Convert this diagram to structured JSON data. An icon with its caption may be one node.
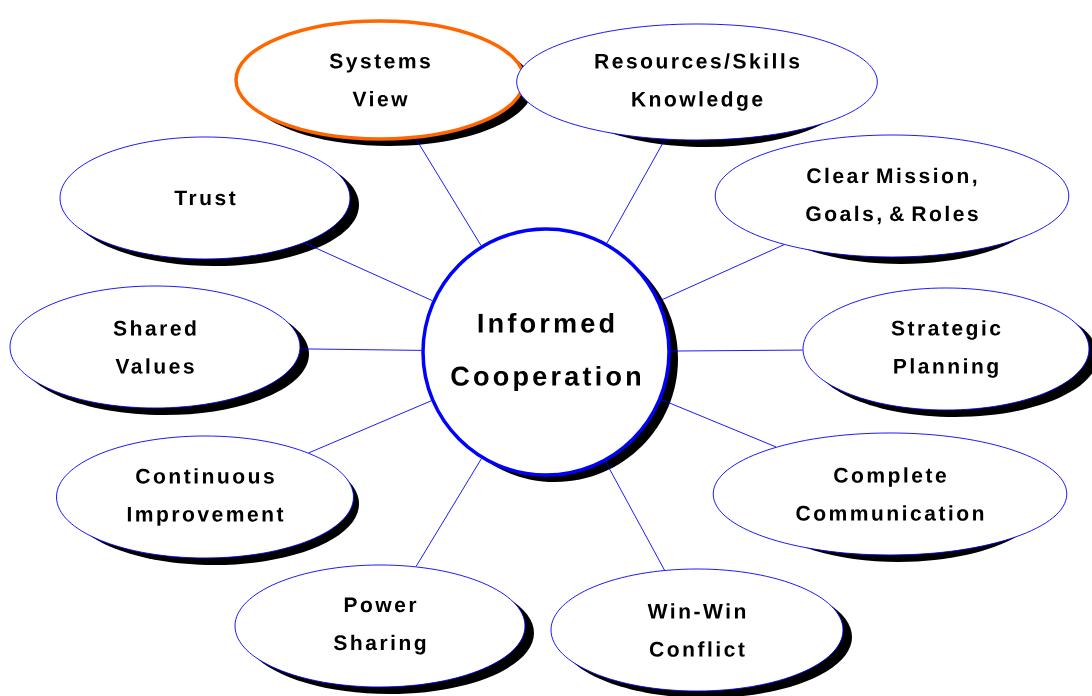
{
  "diagram": {
    "nodes": [
      {
        "text": [
          "Informed Cooperation"
        ]
      },
      {
        "text": [
          "Systems View"
        ]
      },
      {
        "text": [
          "Resources/Skills Knowledge"
        ]
      },
      {
        "text": [
          "Trust"
        ]
      },
      {
        "text": [
          "Clear Mission, Goals, & Roles"
        ]
      },
      {
        "text": [
          "Shared Values"
        ]
      },
      {
        "text": [
          "Strategic Planning"
        ]
      },
      {
        "text": [
          "Continuous Improvement"
        ]
      },
      {
        "text": [
          "Complete Communication"
        ]
      },
      {
        "text": [
          "Power Sharing"
        ]
      },
      {
        "text": [
          "Win-Win Conflict"
        ]
      }
    ],
    "edges": [
      {
        "from": 0,
        "to": 1,
        "arrow": "none"
      },
      {
        "from": 0,
        "to": 2,
        "arrow": "none"
      },
      {
        "from": 0,
        "to": 3,
        "arrow": "none"
      },
      {
        "from": 0,
        "to": 4,
        "arrow": "none"
      },
      {
        "from": 0,
        "to": 5,
        "arrow": "none"
      },
      {
        "from": 0,
        "to": 6,
        "arrow": "none"
      },
      {
        "from": 0,
        "to": 7,
        "arrow": "none"
      },
      {
        "from": 0,
        "to": 8,
        "arrow": "none"
      },
      {
        "from": 0,
        "to": 9,
        "arrow": "none"
      },
      {
        "from": 0,
        "to": 10,
        "arrow": "none"
      }
    ]
  }
}
